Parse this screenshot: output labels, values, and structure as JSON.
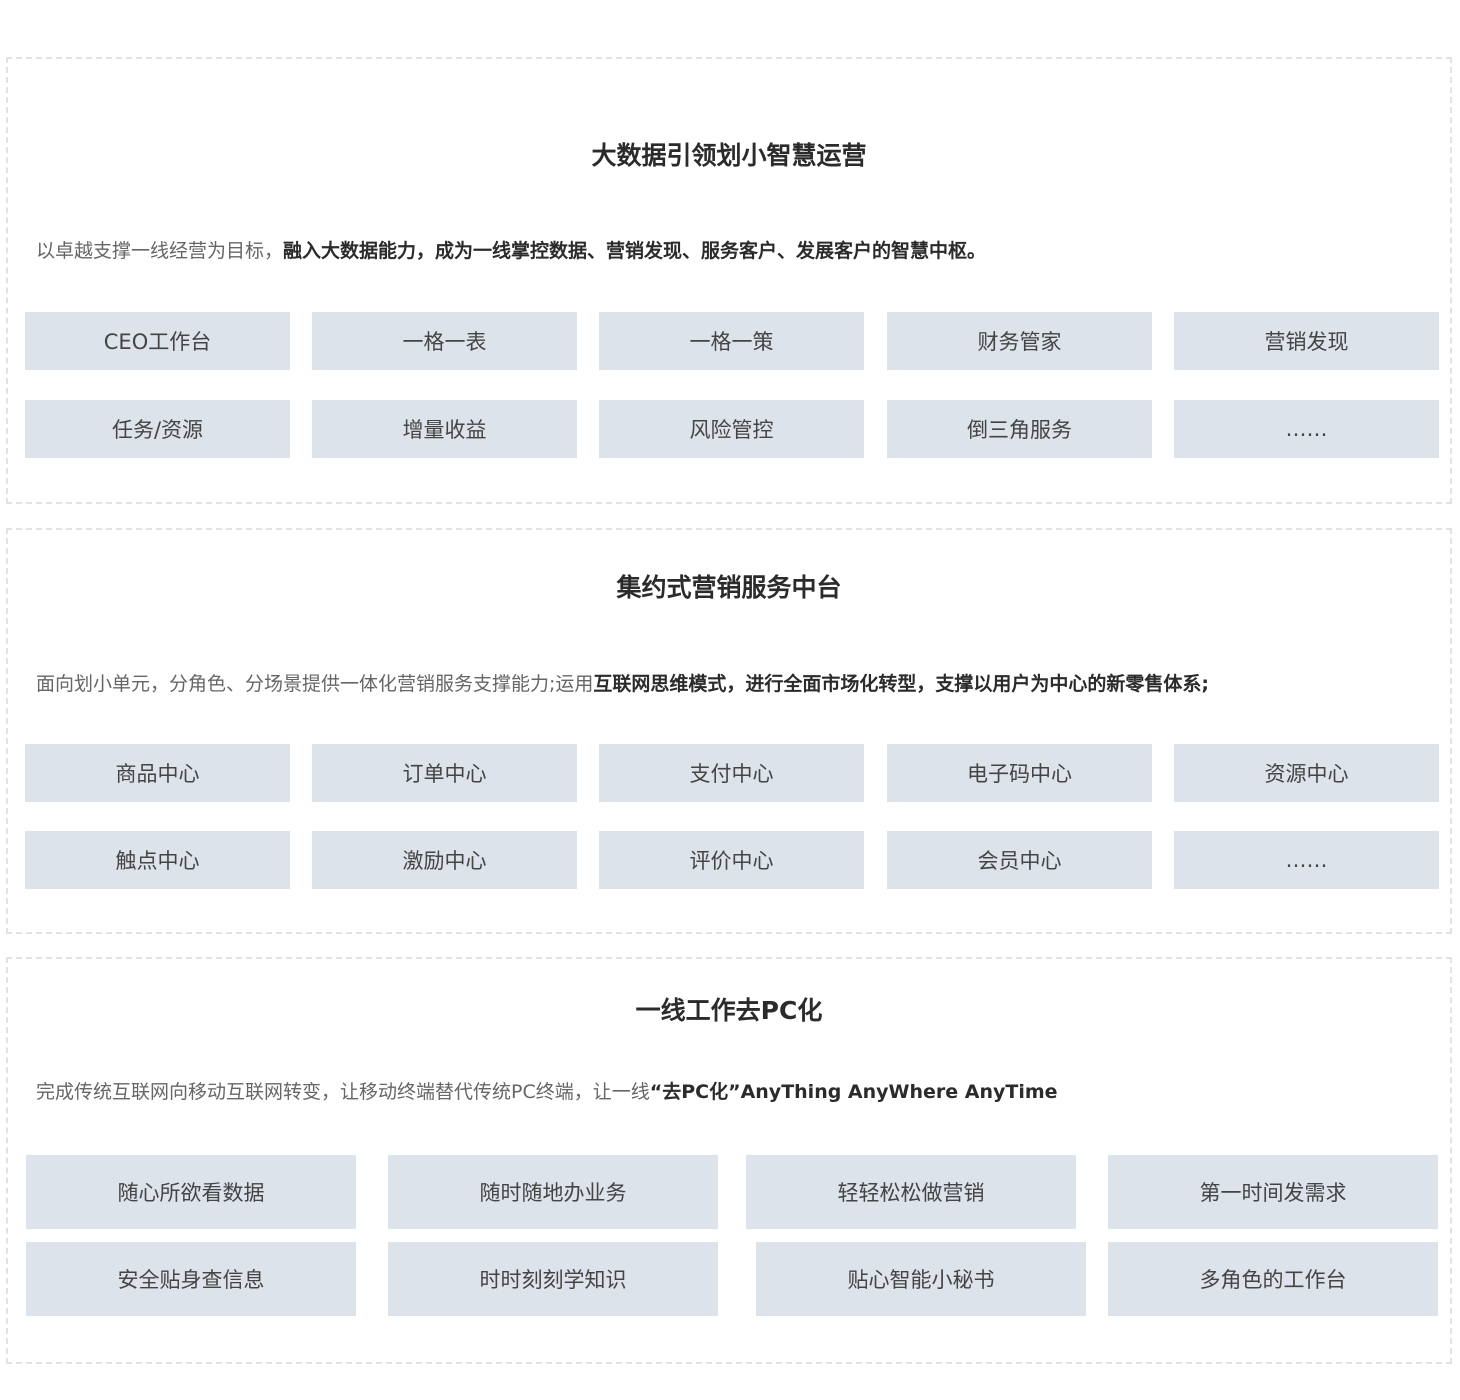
{
  "sections": [
    {
      "title": "大数据引领划小智慧运营",
      "desc_normal": "以卓越支撑一线经营为目标，",
      "desc_bold": "融入大数据能力，成为一线掌控数据、营销发现、服务客户、发展客户的智慧中枢。",
      "cards": [
        "CEO工作台",
        "一格一表",
        "一格一策",
        "财务管家",
        "营销发现",
        "任务/资源",
        "增量收益",
        "风险管控",
        "倒三角服务",
        "……"
      ]
    },
    {
      "title": "集约式营销服务中台",
      "desc_normal": "面向划小单元，分角色、分场景提供一体化营销服务支撑能力;运用",
      "desc_bold": "互联网思维模式，进行全面市场化转型，支撑以用户为中心的新零售体系;",
      "cards": [
        "商品中心",
        "订单中心",
        "支付中心",
        "电子码中心",
        "资源中心",
        "触点中心",
        "激励中心",
        "评价中心",
        "会员中心",
        "……"
      ]
    },
    {
      "title": "一线工作去PC化",
      "desc_normal": "完成传统互联网向移动互联网转变，让移动终端替代传统PC终端，让一线",
      "desc_bold": "“去PC化”AnyThing AnyWhere AnyTime",
      "cards": [
        "随心所欲看数据",
        "随时随地办业务",
        "轻轻松松做营销",
        "第一时间发需求",
        "安全贴身查信息",
        "时时刻刻学知识",
        "贴心智能小秘书",
        "多角色的工作台"
      ]
    }
  ]
}
